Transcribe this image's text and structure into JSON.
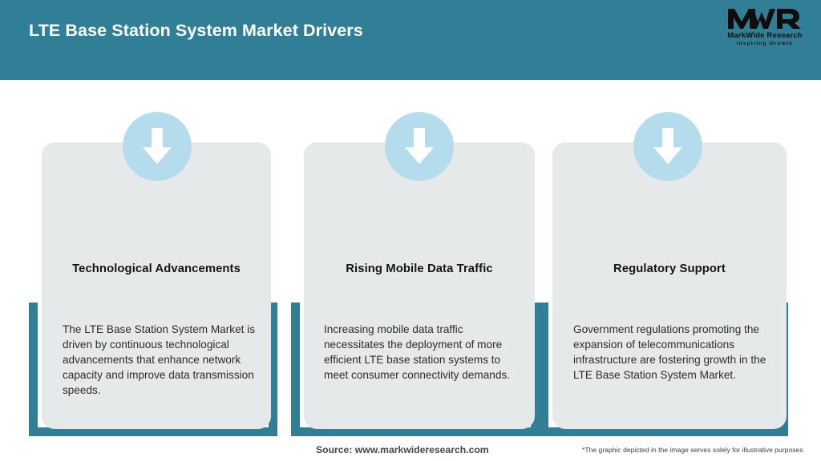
{
  "header": {
    "title": "LTE Base Station System Market Drivers",
    "background_color": "#317f97",
    "title_color": "#ffffff"
  },
  "logo": {
    "mark": "MWR",
    "name": "MarkWide Research",
    "tagline": "Inspiring Growth"
  },
  "theme": {
    "accent_teal": "#317f97",
    "card_gray": "#e6e9ea",
    "icon_circle_blue": "#b4dced",
    "arrow_white": "#ffffff"
  },
  "cards": [
    {
      "icon": "down-arrow-icon",
      "title": "Technological Advancements",
      "body": "The LTE Base Station System Market is driven by continuous technological advancements that enhance network capacity and improve data transmission speeds."
    },
    {
      "icon": "down-arrow-icon",
      "title": "Rising Mobile Data Traffic",
      "body": "Increasing mobile data traffic necessitates the deployment of more efficient LTE base station systems to meet consumer connectivity demands."
    },
    {
      "icon": "down-arrow-icon",
      "title": "Regulatory Support",
      "body": "Government regulations promoting the expansion of telecommunications infrastructure are fostering growth in the LTE Base Station System Market."
    }
  ],
  "footer": {
    "source": "Source: www.markwideresearch.com",
    "disclaimer": "*The graphic depicted in the image serves solely for illustrative purposes"
  }
}
